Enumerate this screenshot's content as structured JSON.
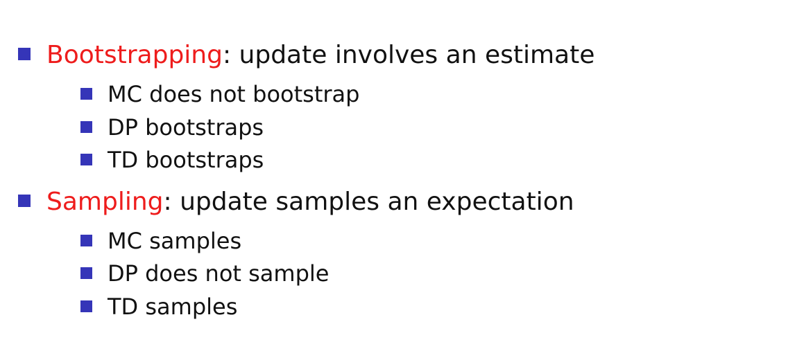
{
  "colors": {
    "bullet": "#3535b8",
    "term": "#ee1c1c",
    "text": "#111111",
    "background": "#ffffff"
  },
  "sections": [
    {
      "term": "Bootstrapping",
      "rest": ": update involves an estimate",
      "items": [
        "MC does not bootstrap",
        "DP bootstraps",
        "TD bootstraps"
      ]
    },
    {
      "term": "Sampling",
      "rest": ": update samples an expectation",
      "items": [
        "MC samples",
        "DP does not sample",
        "TD samples"
      ]
    }
  ]
}
